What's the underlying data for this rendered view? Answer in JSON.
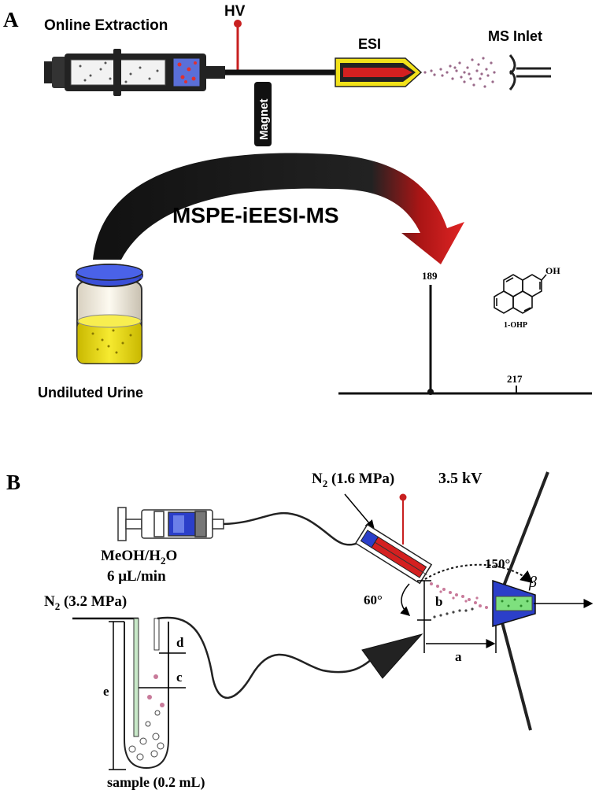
{
  "panel_a": {
    "letter": "A",
    "online_extraction": "Online Extraction",
    "hv": "HV",
    "esi": "ESI",
    "ms_inlet": "MS Inlet",
    "magnet": "Magnet",
    "method": "MSPE-iEESI-MS",
    "sample": "Undiluted Urine",
    "peak_189": "189",
    "peak_217": "217",
    "oh": "OH",
    "compound": "1-OHP"
  },
  "panel_b": {
    "letter": "B",
    "n2_top_label": "N",
    "n2_top_sub": "2",
    "n2_top_pressure": " (1.6 MPa)",
    "voltage": "3.5 kV",
    "solvent_1": "MeOH/H",
    "solvent_sub": "2",
    "solvent_2": "O",
    "flow": "6 μL/min",
    "n2_bottom_label": "N",
    "n2_bottom_sub": "2",
    "n2_bottom_pressure": " (3.2 MPa)",
    "angle_60": "60°",
    "angle_150": "150°",
    "beta": "β",
    "label_a": "a",
    "label_b": "b",
    "label_c": "c",
    "label_d": "d",
    "label_e": "e",
    "sample_volume": "sample (0.2 mL)"
  },
  "colors": {
    "yellow": "#f2e21a",
    "blue": "#2b3fc9",
    "red": "#d42020",
    "pink": "#c87a9a",
    "green": "#7ee07e"
  }
}
